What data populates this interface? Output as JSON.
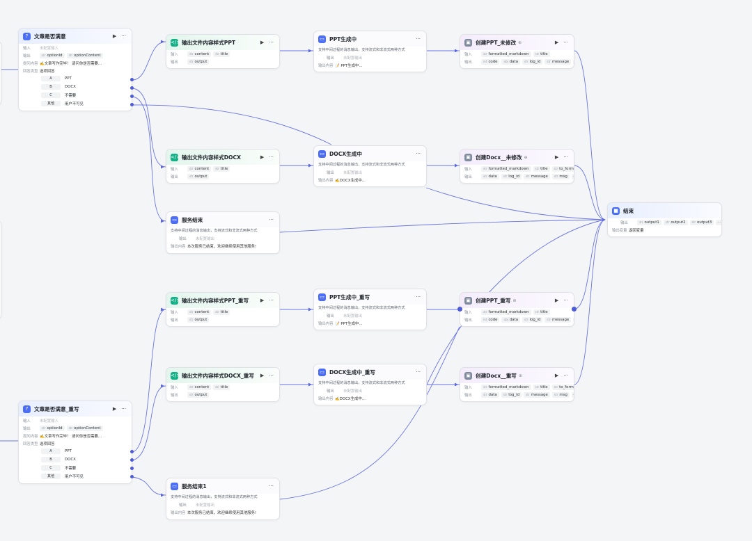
{
  "labels": {
    "input": "输入",
    "output": "输出",
    "ask_content": "提问内容",
    "answer_type": "回答类型",
    "output_content": "输出内容",
    "output_vars": "输出变量",
    "unconfigured_input": "未配置输入",
    "unconfigured_output": "未配置输出",
    "stream_desc": "支持中间过程的消息输出，支持流式和非流式两种方式"
  },
  "type_tags": {
    "str": "str",
    "obj": "obj",
    "int": "int",
    "arr": "arr"
  },
  "nodes": {
    "satisfied": {
      "title": "文章是否满意",
      "outputs": [
        "optionId",
        "optionContent"
      ],
      "ask": "✍️文章写作完毕！ 请问你是否需要...",
      "answer": "选项回答",
      "options": [
        {
          "key": "A",
          "label": "PPT"
        },
        {
          "key": "B",
          "label": "DOCX"
        },
        {
          "key": "C",
          "label": "不需要"
        },
        {
          "key": "其他",
          "label": "用户不可见"
        }
      ]
    },
    "satisfied_rewrite": {
      "title": "文章是否满意_重写",
      "outputs": [
        "optionId",
        "optionContent"
      ],
      "ask": "✍️文章写作完毕！ 请问你是否需要...",
      "answer": "选项回答",
      "options": [
        {
          "key": "A",
          "label": "PPT"
        },
        {
          "key": "B",
          "label": "DOCX"
        },
        {
          "key": "C",
          "label": "不需要"
        },
        {
          "key": "其他",
          "label": "用户不可见"
        }
      ]
    },
    "fmt_ppt": {
      "title": "输出文件内容样式PPT",
      "inputs": [
        "content",
        "title"
      ],
      "outputs": [
        "output"
      ]
    },
    "fmt_docx": {
      "title": "输出文件内容样式DOCX",
      "inputs": [
        "content",
        "title"
      ],
      "outputs": [
        "output"
      ]
    },
    "service_end": {
      "title": "服务结束",
      "content": "本次服务已结束，欢迎继续使用其他服务!"
    },
    "fmt_ppt_rw": {
      "title": "输出文件内容样式PPT_重写",
      "inputs": [
        "content",
        "title"
      ],
      "outputs": [
        "output"
      ]
    },
    "fmt_docx_rw": {
      "title": "输出文件内容样式DOCX_重写",
      "inputs": [
        "content",
        "title"
      ],
      "outputs": [
        "output"
      ]
    },
    "service_end1": {
      "title": "服务结束1",
      "content": "本次服务已结束，欢迎继续使用其他服务!"
    },
    "ppt_gen": {
      "title": "PPT生成中",
      "content": "📝 PPT生成中..."
    },
    "docx_gen": {
      "title": "DOCX生成中",
      "content": "✍️DOCX生成中..."
    },
    "ppt_gen_rw": {
      "title": "PPT生成中_重写",
      "content": "📝 PPT生成中..."
    },
    "docx_gen_rw": {
      "title": "DOCX生成中_重写",
      "content": "✍️DOCX生成中..."
    },
    "create_ppt": {
      "title": "创建PPT_未修改",
      "inputs": [
        "formatted_markdown",
        "title"
      ],
      "outputs": [
        "code",
        "data",
        "log_id",
        "message"
      ]
    },
    "create_docx": {
      "title": "创建Docx__未修改",
      "inputs": [
        "formatted_markdown",
        "title",
        "to_format"
      ],
      "outputs": [
        "data",
        "log_id",
        "message",
        "msg"
      ]
    },
    "create_ppt_rw": {
      "title": "创建PPT_重写",
      "inputs": [
        "formatted_markdown",
        "title"
      ],
      "outputs": [
        "code",
        "data",
        "log_id",
        "message"
      ]
    },
    "create_docx_rw": {
      "title": "创建Docx__重写",
      "inputs": [
        "formatted_markdown",
        "title",
        "to_format"
      ],
      "outputs": [
        "data",
        "log_id",
        "message",
        "msg"
      ]
    },
    "end": {
      "title": "结束",
      "outputs": [
        "output1",
        "output2",
        "output3"
      ],
      "return_type": "返回变量"
    }
  },
  "colors": {
    "edge": "#5b67e0",
    "port": "#4d5bd8",
    "brand": "#4c6ef5",
    "code": "#14b087"
  },
  "icons": {
    "play": "play-icon",
    "more": "more-icon",
    "plugin": "plugin-icon",
    "code": "code-icon",
    "message": "message-icon",
    "end": "end-icon"
  }
}
